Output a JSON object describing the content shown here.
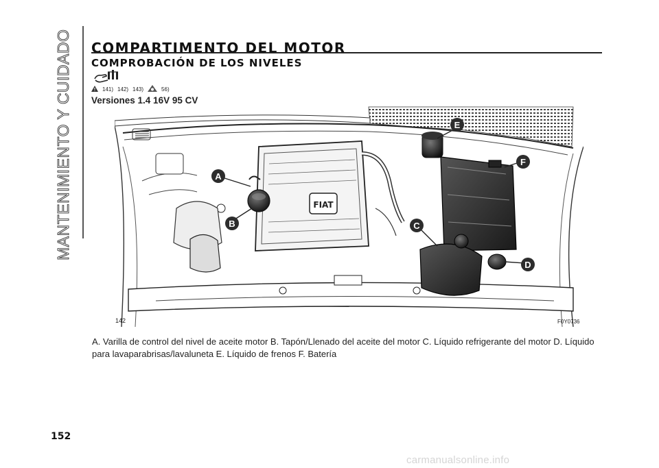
{
  "section": {
    "side_title": "MANTENIMIENTO Y CUIDADO"
  },
  "heading": "COMPARTIMENTO DEL MOTOR",
  "subheading": "COMPROBACIÓN DE LOS NIVELES",
  "warnings": {
    "refs_a": [
      "141)",
      "142)",
      "143)"
    ],
    "refs_b": [
      "56)"
    ]
  },
  "version_heading": "Versiones 1.4 16V 95 CV",
  "figure": {
    "number": "142",
    "code": "F0Y0736",
    "logo_text": "FIAT",
    "callouts": [
      "A",
      "B",
      "C",
      "D",
      "E",
      "F"
    ]
  },
  "caption": "A. Varilla de control del nivel de aceite motor B. Tapón/Llenado del aceite del motor C. Líquido refrigerante del motor D. Líquido para lavaparabrisas/lavaluneta E. Líquido de frenos F. Batería",
  "page_number": "152",
  "watermark": "carmanualsonline.info",
  "colors": {
    "callout": "#2d2d2d",
    "text": "#1a1a1a"
  }
}
